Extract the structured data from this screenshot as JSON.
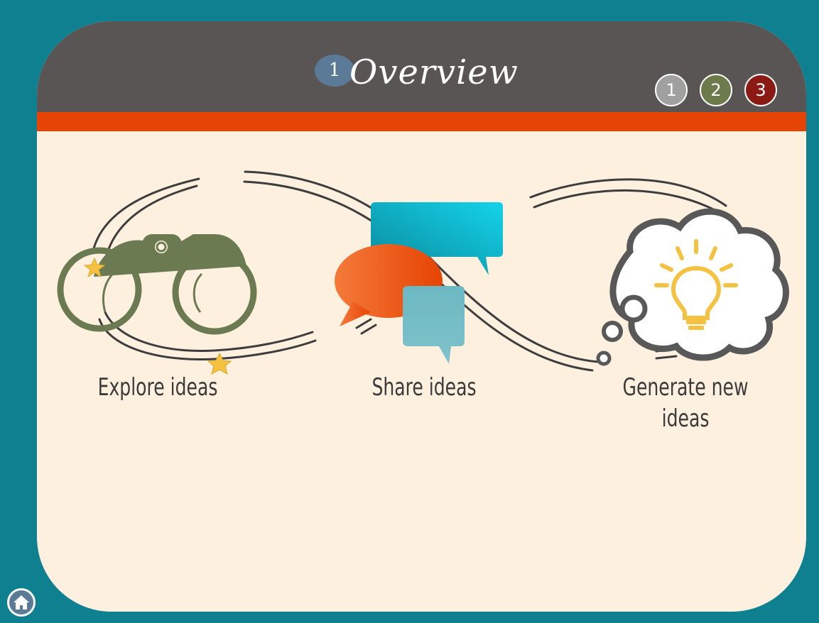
{
  "header": {
    "badge_number": "1",
    "title": "Overview"
  },
  "steps": [
    {
      "label": "1",
      "color": "#a0a0a0"
    },
    {
      "label": "2",
      "color": "#6c7a4c"
    },
    {
      "label": "3",
      "color": "#8b1a15"
    }
  ],
  "sections": [
    {
      "caption": "Explore ideas",
      "icon": "binoculars-icon"
    },
    {
      "caption": "Share ideas",
      "icon": "speech-bubbles-icon"
    },
    {
      "caption_line1": "Generate new",
      "caption_line2": "ideas",
      "icon": "lightbulb-thought-icon"
    }
  ],
  "colors": {
    "frame": "#0e8090",
    "card": "#fdf0df",
    "header": "#595554",
    "accent": "#e64404"
  },
  "nav": {
    "home_icon": "home-icon"
  }
}
